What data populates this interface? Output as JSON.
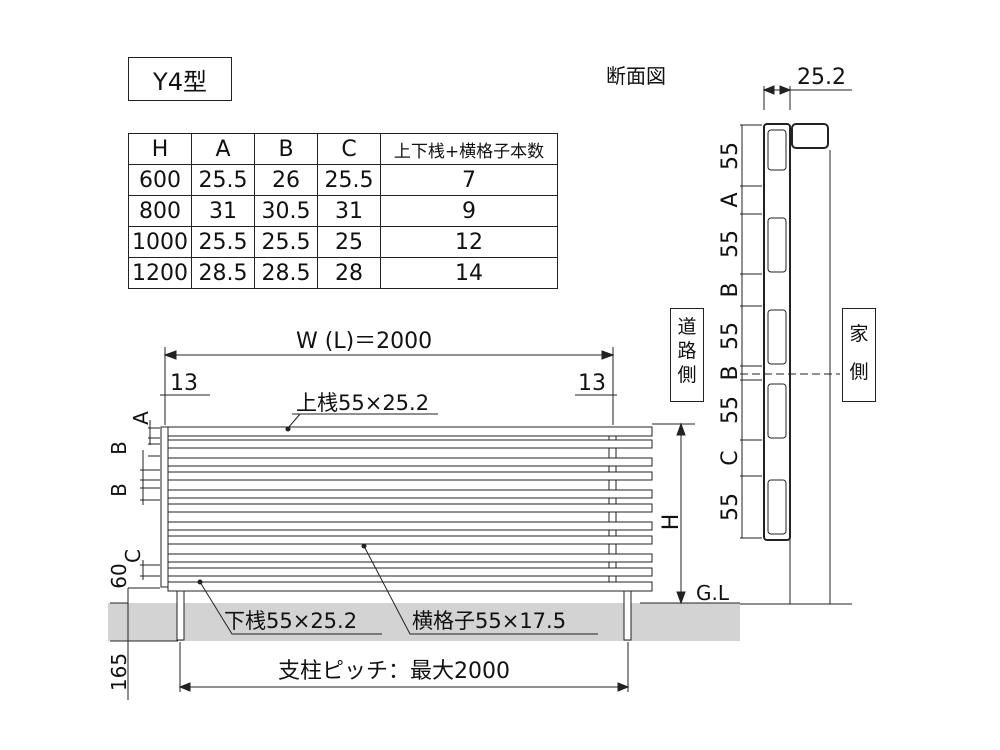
{
  "type_label": "Y4型",
  "section_title": "断面図",
  "table": {
    "headers": [
      "H",
      "A",
      "B",
      "C",
      "上下桟+横格子本数"
    ],
    "rows": [
      [
        "600",
        "25.5",
        "26",
        "25.5",
        "7"
      ],
      [
        "800",
        "31",
        "30.5",
        "31",
        "9"
      ],
      [
        "1000",
        "25.5",
        "25.5",
        "25",
        "12"
      ],
      [
        "1200",
        "28.5",
        "28.5",
        "28",
        "14"
      ]
    ]
  },
  "front": {
    "width_label": "W (L)＝2000",
    "left_margin": "13",
    "right_margin": "13",
    "top_rail": "上桟55×25.2",
    "bottom_rail": "下桟55×25.2",
    "slat": "横格子55×17.5",
    "post_pitch": "支柱ピッチ：最大2000",
    "gl": "G.L",
    "h": "H",
    "a": "A",
    "b1": "B",
    "b2": "B",
    "c": "C",
    "d60": "60",
    "d165": "165"
  },
  "section": {
    "depth": "25.2",
    "road_side": "道路側",
    "house_side": "家側",
    "labels": [
      "55",
      "A",
      "55",
      "B",
      "55",
      "B",
      "55",
      "C",
      "55"
    ]
  }
}
